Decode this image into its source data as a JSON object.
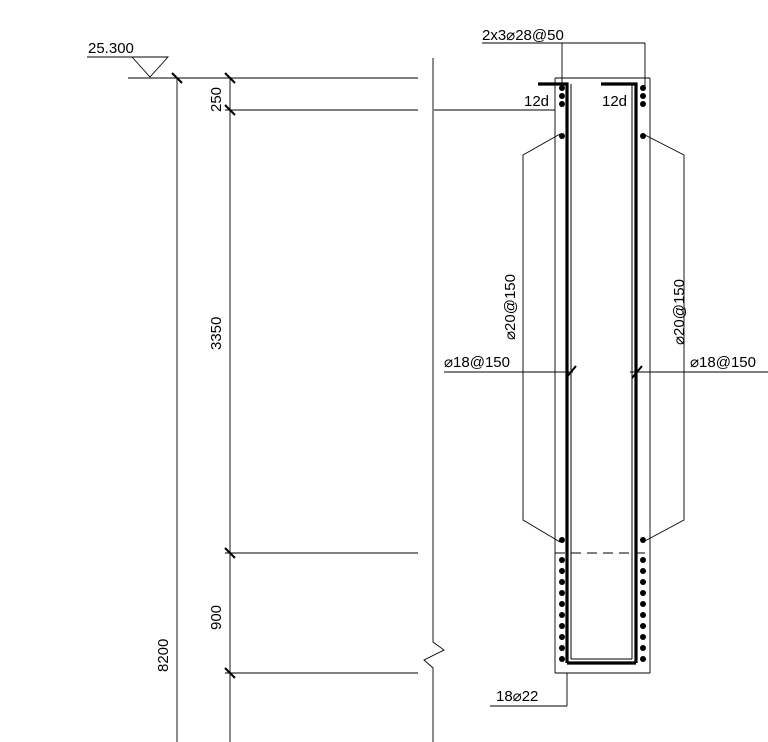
{
  "elevation": {
    "value": "25.300"
  },
  "dimensions": {
    "d250": "250",
    "d3350": "3350",
    "d900": "900",
    "d8200": "8200"
  },
  "labels": {
    "top_rebar": "2x3⌀28@50",
    "anchor_left": "12d",
    "anchor_right": "12d",
    "vertical_left": "⌀20@150",
    "vertical_right": "⌀20@150",
    "stirrup_left": "⌀18@150",
    "stirrup_right": "⌀18@150",
    "bottom_rebar": "18⌀22"
  }
}
